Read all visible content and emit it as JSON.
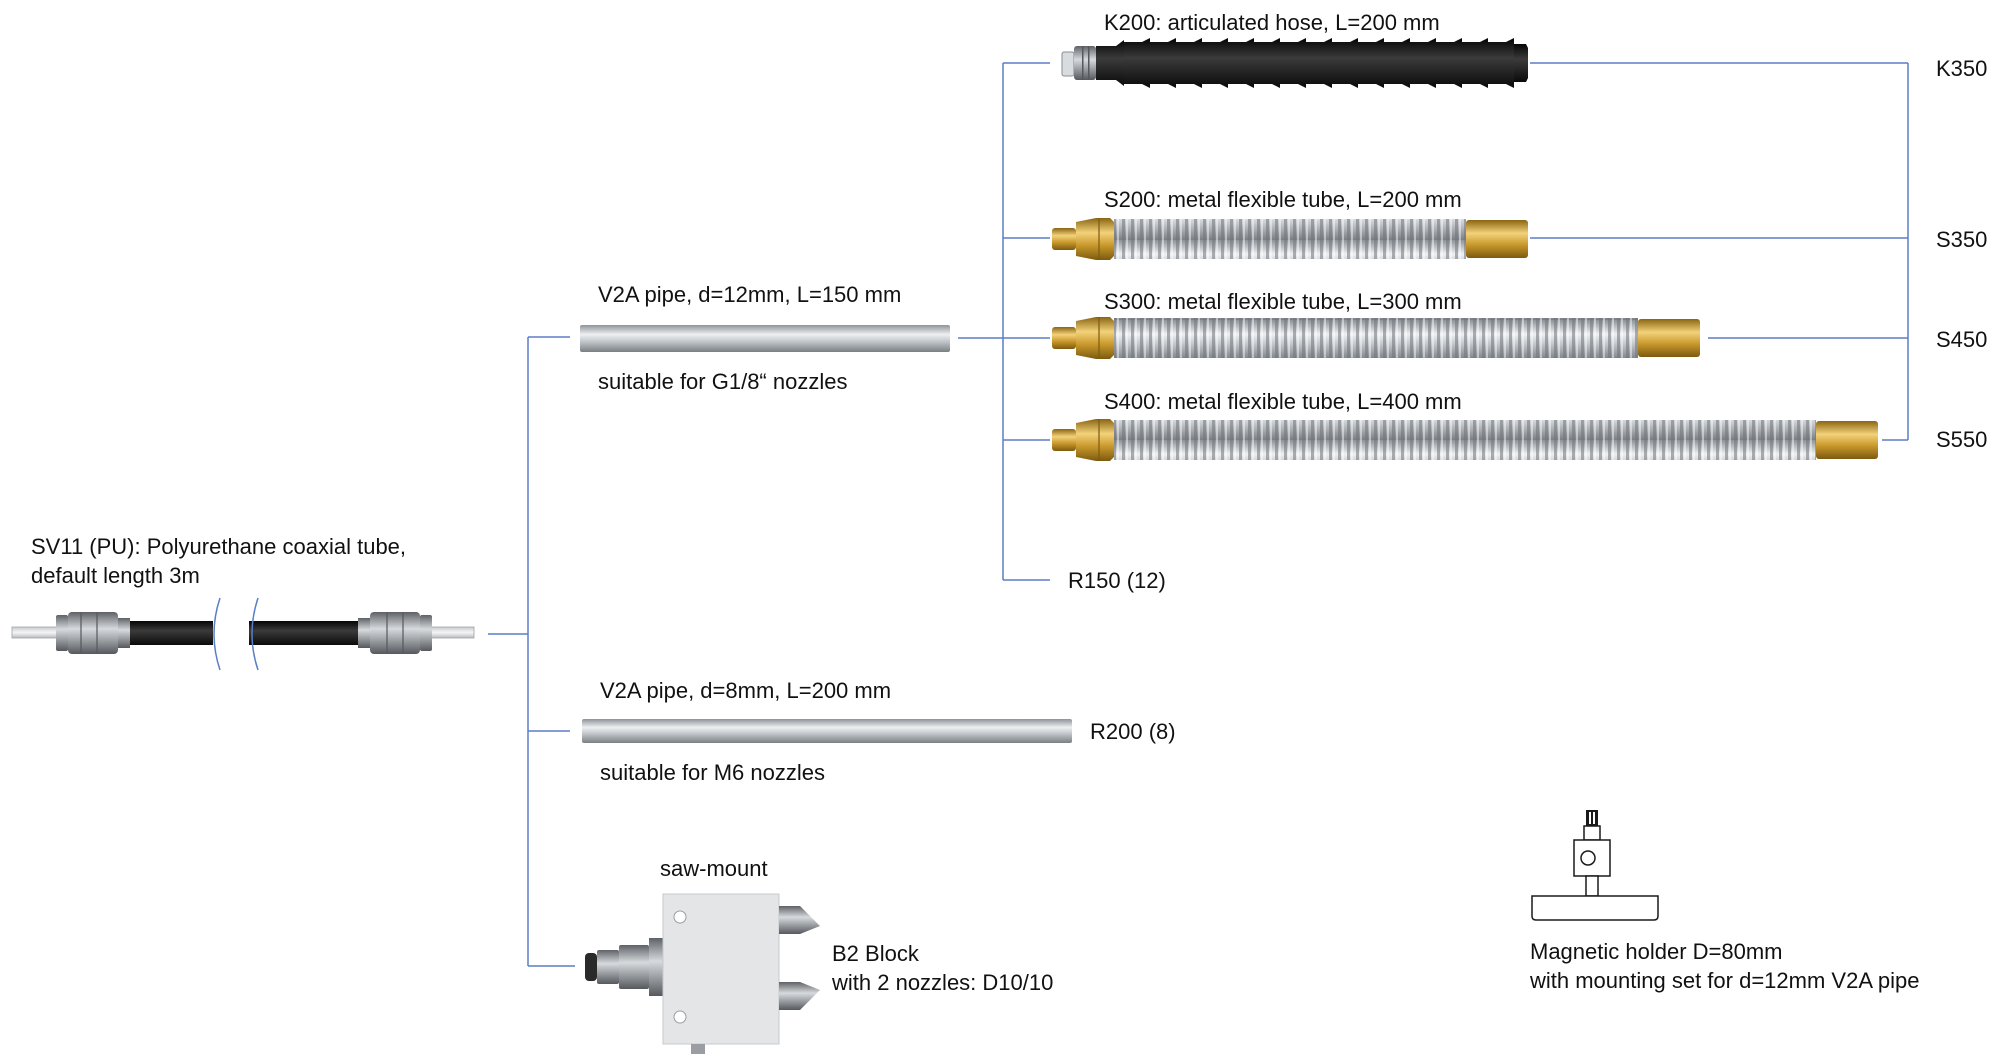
{
  "colors": {
    "connector_line": "#5b7fc7",
    "brass": "#c9992c",
    "steel": "#c4c8cc",
    "hose_black": "#1e1e1e"
  },
  "sv11": {
    "line1": "SV11 (PU): Polyurethane coaxial tube,",
    "line2": "default length 3m"
  },
  "pipe12": {
    "title": "V2A pipe, d=12mm, L=150 mm",
    "note": "suitable for G1/8“ nozzles"
  },
  "pipe8": {
    "title": "V2A pipe, d=8mm, L=200 mm",
    "note": "suitable for M6 nozzles",
    "code": "R200 (8)"
  },
  "k200": {
    "title": "K200: articulated hose, L=200 mm",
    "code": "K350"
  },
  "s200": {
    "title": "S200: metal flexible tube, L=200 mm",
    "code": "S350"
  },
  "s300": {
    "title": "S300: metal flexible tube, L=300 mm",
    "code": "S450"
  },
  "s400": {
    "title": "S400: metal flexible tube, L=400 mm",
    "code": "S550"
  },
  "r150": {
    "code": "R150 (12)"
  },
  "sawmount": {
    "title": "saw-mount",
    "line1": "B2 Block",
    "line2": "with 2 nozzles: D10/10"
  },
  "magnet": {
    "line1": "Magnetic holder D=80mm",
    "line2": "with mounting set for d=12mm V2A pipe"
  }
}
